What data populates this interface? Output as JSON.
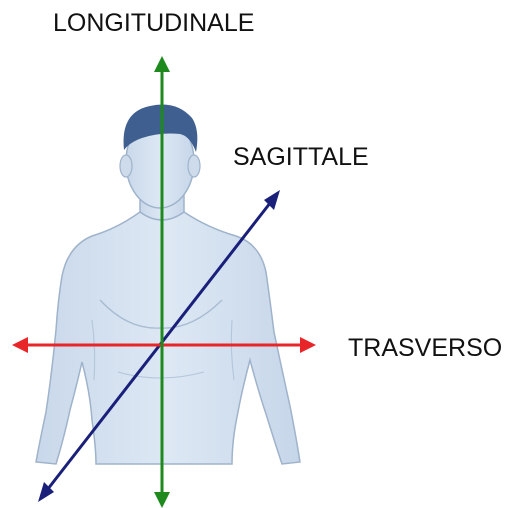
{
  "labels": {
    "longitudinal": "LONGITUDINALE",
    "sagittal": "SAGITTALE",
    "transverse": "TRASVERSO"
  },
  "colors": {
    "longitudinal_axis": "#1e8a1e",
    "sagittal_axis": "#1a1f7a",
    "transverse_axis": "#e8262a",
    "skin": "#d6e3f1",
    "skin_outline": "#9fb3cb",
    "hair": "#3e5f8f"
  }
}
